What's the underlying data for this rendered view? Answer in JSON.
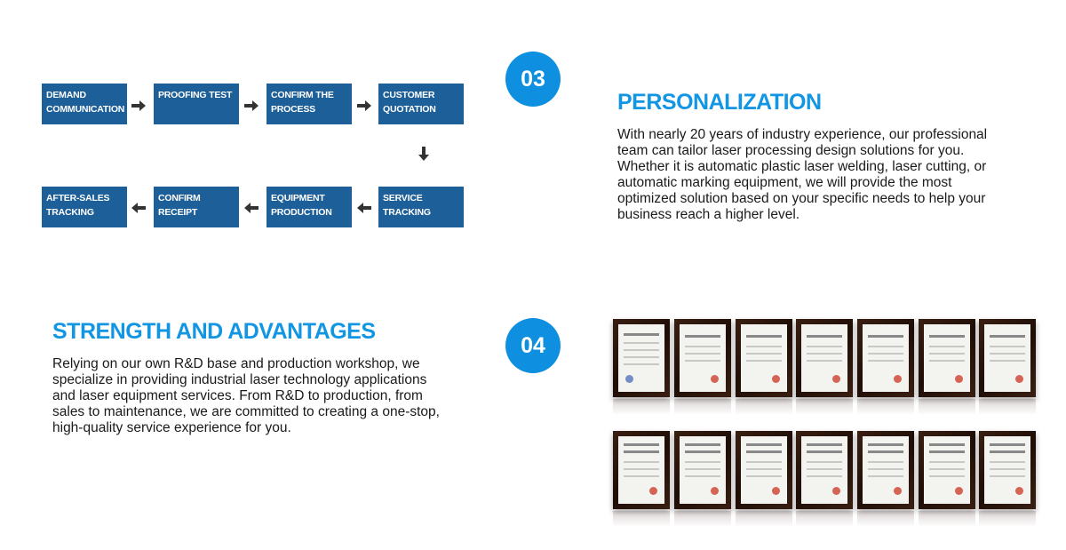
{
  "process": {
    "row1": [
      "DEMAND COMMUNICATION",
      "PROOFING TEST",
      "CONFIRM THE PROCESS",
      "CUSTOMER QUOTATION"
    ],
    "row2": [
      "AFTER-SALES TRACKING",
      "CONFIRM RECEIPT",
      "EQUIPMENT PRODUCTION",
      "SERVICE TRACKING"
    ]
  },
  "section3": {
    "number": "03",
    "title": "PERSONALIZATION",
    "text": "With nearly 20 years of industry experience, our professional team can tailor laser processing design solutions for you. Whether it is automatic plastic laser welding, laser cutting, or automatic marking equipment, we will provide the most optimized solution based on your specific needs to help your business reach a higher level."
  },
  "section4": {
    "number": "04",
    "title": "STRENGTH AND ADVANTAGES",
    "text": "Relying on our own R&D base and production workshop, we specialize in providing industrial laser technology applications and laser equipment services. From R&D to production, from sales to maintenance, we are committed to creating a one-stop, high-quality service experience for you."
  },
  "colors": {
    "box": "#1d5f98",
    "accent": "#1296e4",
    "circle": "#0f8fe0"
  },
  "icons": [
    "arrow-right-icon",
    "arrow-left-icon",
    "arrow-down-icon"
  ]
}
